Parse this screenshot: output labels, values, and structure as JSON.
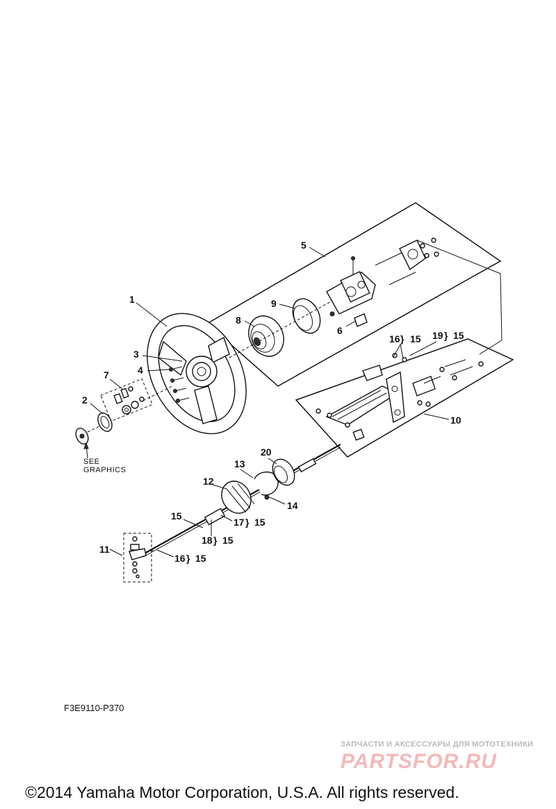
{
  "callouts": {
    "c1": "1",
    "c2": "2",
    "c3": "3",
    "c4": "4",
    "c5": "5",
    "c6": "6",
    "c7": "7",
    "c8": "8",
    "c9": "9",
    "c10": "10",
    "c11": "11",
    "c12": "12",
    "c13": "13",
    "c14": "14",
    "c15": "15",
    "c20": "20"
  },
  "group_labels": {
    "g16a": "16",
    "g16a_ref": "15",
    "g19": "19",
    "g19_ref": "15",
    "g17": "17",
    "g17_ref": "15",
    "g18": "18",
    "g18_ref": "15",
    "g16b": "16",
    "g16b_ref": "15"
  },
  "note": {
    "line1": "SEE",
    "line2": "GRAPHICS"
  },
  "drawing_code": "F3E9110-P370",
  "watermark": {
    "subtitle": "ЗАПЧАСТИ И АКСЕССУАРЫ ДЛЯ МОТОТЕХНИКИ",
    "logo": "PARTSFOR.RU"
  },
  "copyright": "©2014 Yamaha Motor Corporation, U.S.A. All rights reserved."
}
